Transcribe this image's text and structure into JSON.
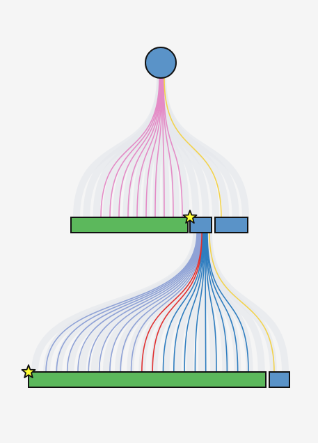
{
  "diagram": {
    "background": "#f5f5f5",
    "colors": {
      "node_blue": "#5a93c8",
      "node_green": "#5cb85c",
      "node_stroke": "#111111",
      "star_fill": "#ffff33",
      "ribbon_grey": "#e6e8ec",
      "pink": "#e48bc6",
      "yellow": "#f2d24b",
      "lavender": "#8fa2d6",
      "red": "#e03030",
      "blue": "#2f7dbf"
    },
    "nodes": [
      {
        "id": "root",
        "kind": "circle",
        "color": "blue"
      },
      {
        "id": "level1-green",
        "kind": "bar",
        "color": "green",
        "starred": true
      },
      {
        "id": "level1-blue-a",
        "kind": "bar",
        "color": "blue"
      },
      {
        "id": "level1-blue-b",
        "kind": "bar",
        "color": "blue"
      },
      {
        "id": "level2-green",
        "kind": "bar",
        "color": "green",
        "starred": true
      },
      {
        "id": "level2-blue",
        "kind": "bar",
        "color": "blue"
      }
    ],
    "links": [
      {
        "from": "root",
        "to": "level1-green",
        "color": "pink",
        "count": 10
      },
      {
        "from": "root",
        "to": "level1-blue-b",
        "color": "yellow",
        "count": 1
      },
      {
        "from": "level1-blue-a",
        "to": "level2-green",
        "color": "lavender",
        "count": 9
      },
      {
        "from": "level1-blue-a",
        "to": "level2-green",
        "color": "red",
        "count": 2
      },
      {
        "from": "level1-blue-a",
        "to": "level2-green",
        "color": "blue",
        "count": 9
      },
      {
        "from": "level1-blue-a",
        "to": "level2-blue",
        "color": "yellow",
        "count": 1
      }
    ]
  }
}
